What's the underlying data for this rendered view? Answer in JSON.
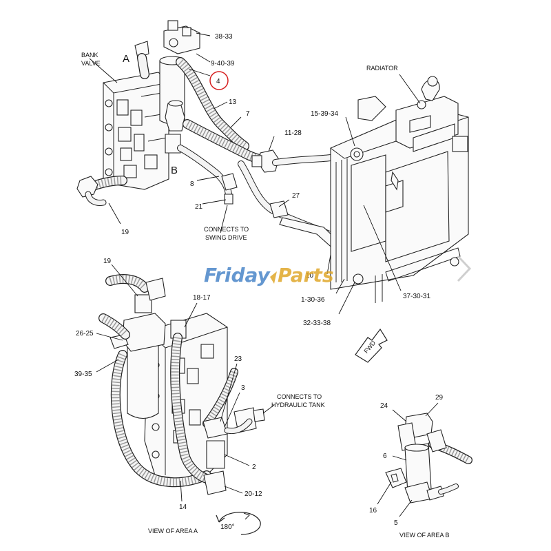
{
  "watermark": {
    "part1": "Friday",
    "part2": "Parts",
    "color1": "#4a86c8",
    "color2": "#e0a72a"
  },
  "views": {
    "area_letter_a": "A",
    "area_letter_b": "B",
    "view_a_caption": "VIEW OF AREA A",
    "view_b_caption": "VIEW OF AREA B",
    "rotation_label": "180°",
    "fwd_label": "FWD"
  },
  "callouts": {
    "bank_valve": [
      "BANK",
      "VALVE"
    ],
    "radiator": "RADIATOR",
    "swing_drive": [
      "CONNECTS TO",
      "SWING DRIVE"
    ],
    "hydraulic_tank": [
      "CONNECTS TO",
      "HYDRAULIC TANK"
    ]
  },
  "highlight": {
    "part": "4",
    "color": "#d62020"
  },
  "part_numbers": {
    "p38_33": "38-33",
    "p9_40_39": "9-40-39",
    "p4": "4",
    "p13": "13",
    "p7": "7",
    "p15_39_34": "15-39-34",
    "p11_28": "11-28",
    "p8": "8",
    "p21": "21",
    "p27": "27",
    "p19_top": "19",
    "p10": "10",
    "p1_30_36": "1-30-36",
    "p37_30_31": "37-30-31",
    "p32_33_38": "32-33-38",
    "p19_a": "19",
    "p18_17": "18-17",
    "p26_25": "26-25",
    "p39_35": "39-35",
    "p23": "23",
    "p3": "3",
    "p2": "2",
    "p20_12": "20-12",
    "p14": "14",
    "p24": "24",
    "p29": "29",
    "p6": "6",
    "p16": "16",
    "p5": "5"
  }
}
